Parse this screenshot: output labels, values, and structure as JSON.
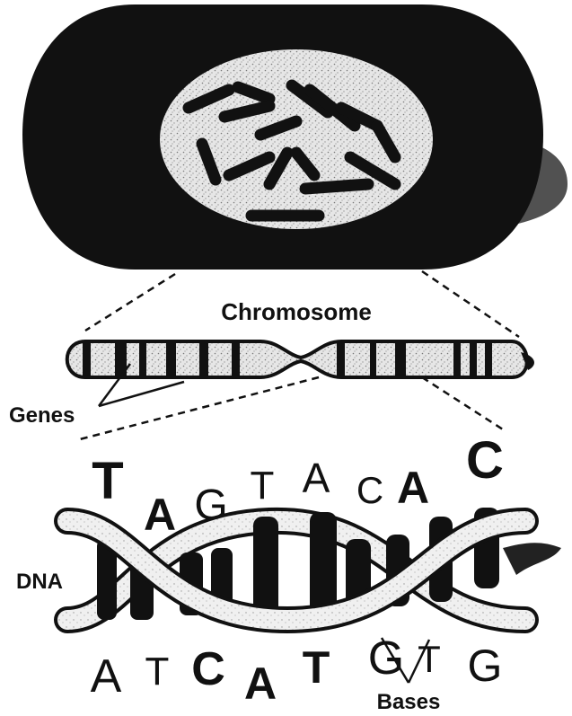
{
  "labels": {
    "chromosome": "Chromosome",
    "genes": "Genes",
    "dna": "DNA",
    "bases": "Bases"
  },
  "top_bases": [
    {
      "letter": "T",
      "bold": true
    },
    {
      "letter": "A",
      "bold": true
    },
    {
      "letter": "G",
      "bold": false
    },
    {
      "letter": "T",
      "bold": false
    },
    {
      "letter": "A",
      "bold": false
    },
    {
      "letter": "C",
      "bold": false
    },
    {
      "letter": "A",
      "bold": true
    },
    {
      "letter": "C",
      "bold": true
    }
  ],
  "bottom_bases": [
    {
      "letter": "A",
      "bold": false
    },
    {
      "letter": "T",
      "bold": false
    },
    {
      "letter": "C",
      "bold": true
    },
    {
      "letter": "A",
      "bold": true
    },
    {
      "letter": "T",
      "bold": true
    },
    {
      "letter": "G",
      "bold": false
    },
    {
      "letter": "T",
      "bold": false
    },
    {
      "letter": "G",
      "bold": false
    }
  ],
  "colors": {
    "ink": "#111111",
    "nucleus_fill": "#d8d8d8",
    "strand_fill": "#e8e8e8"
  }
}
